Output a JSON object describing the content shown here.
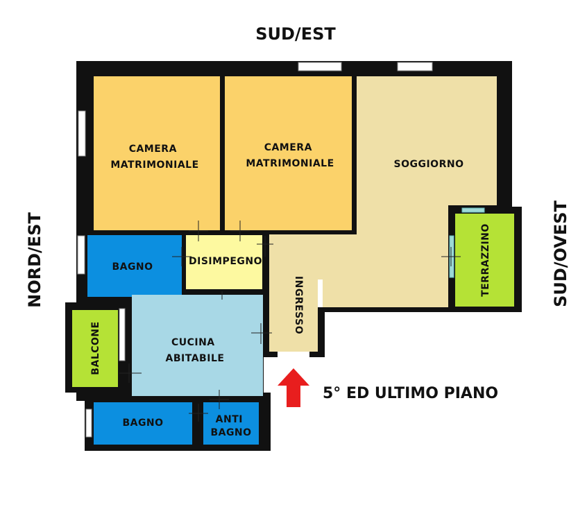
{
  "compass": {
    "top": "SUD/EST",
    "left": "NORD/EST",
    "right": "SUD/OVEST"
  },
  "note": "5° ED ULTIMO PIANO",
  "colors": {
    "bedroom": "#fbd26a",
    "living": "#efe0a8",
    "bathroom": "#0c8fe0",
    "hallway": "#fdf9a0",
    "kitchen": "#a8d8e6",
    "entrance": "#efe0a8",
    "outdoor": "#b5e236",
    "arrow": "#e81e1e",
    "wall": "#111111"
  },
  "rooms": {
    "bedroom1": [
      "CAMERA",
      "MATRIMONIALE"
    ],
    "bedroom2": [
      "CAMERA",
      "MATRIMONIALE"
    ],
    "living": [
      "SOGGIORNO"
    ],
    "terrace": [
      "TERRAZZINO"
    ],
    "bath1": [
      "BAGNO"
    ],
    "hall": [
      "DISIMPEGNO"
    ],
    "entrance": [
      "INGRESSO"
    ],
    "balcony": [
      "BALCONE"
    ],
    "kitchen": [
      "CUCINA",
      "ABITABILE"
    ],
    "bath2": [
      "BAGNO"
    ],
    "antibath": [
      "ANTI",
      "BAGNO"
    ]
  }
}
